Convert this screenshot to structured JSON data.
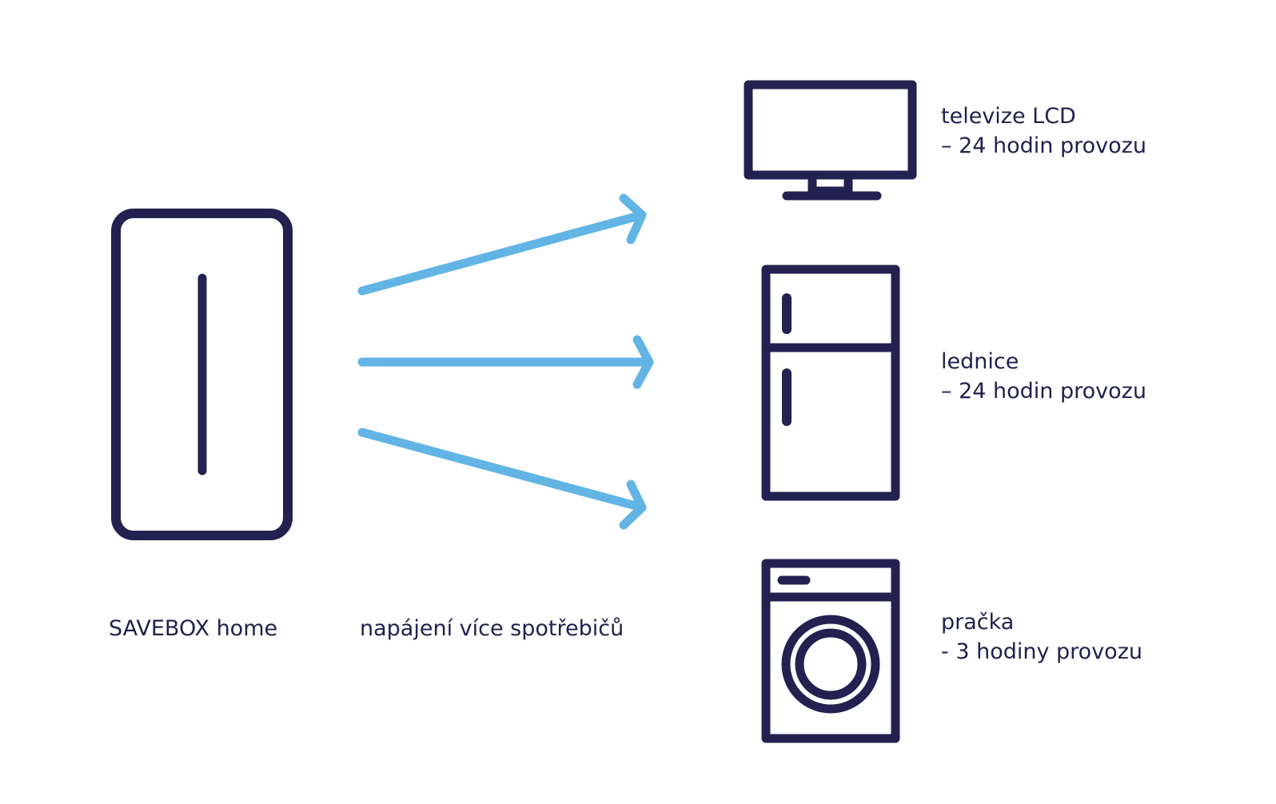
{
  "colors": {
    "icon": "#23214f",
    "arrow": "#62b4e5",
    "text": "#23214f",
    "background": "#ffffff"
  },
  "device": {
    "label": "SAVEBOX home",
    "icon": "savebox-battery-icon"
  },
  "connection": {
    "label": "napájení více spotřebičů",
    "arrow_count": 3
  },
  "appliances": [
    {
      "icon": "tv-icon",
      "name": "televize LCD",
      "runtime": "– 24 hodin provozu"
    },
    {
      "icon": "fridge-icon",
      "name": "lednice",
      "runtime": "– 24 hodin provozu"
    },
    {
      "icon": "washing-machine-icon",
      "name": "pračka",
      "runtime": "- 3 hodiny provozu"
    }
  ]
}
